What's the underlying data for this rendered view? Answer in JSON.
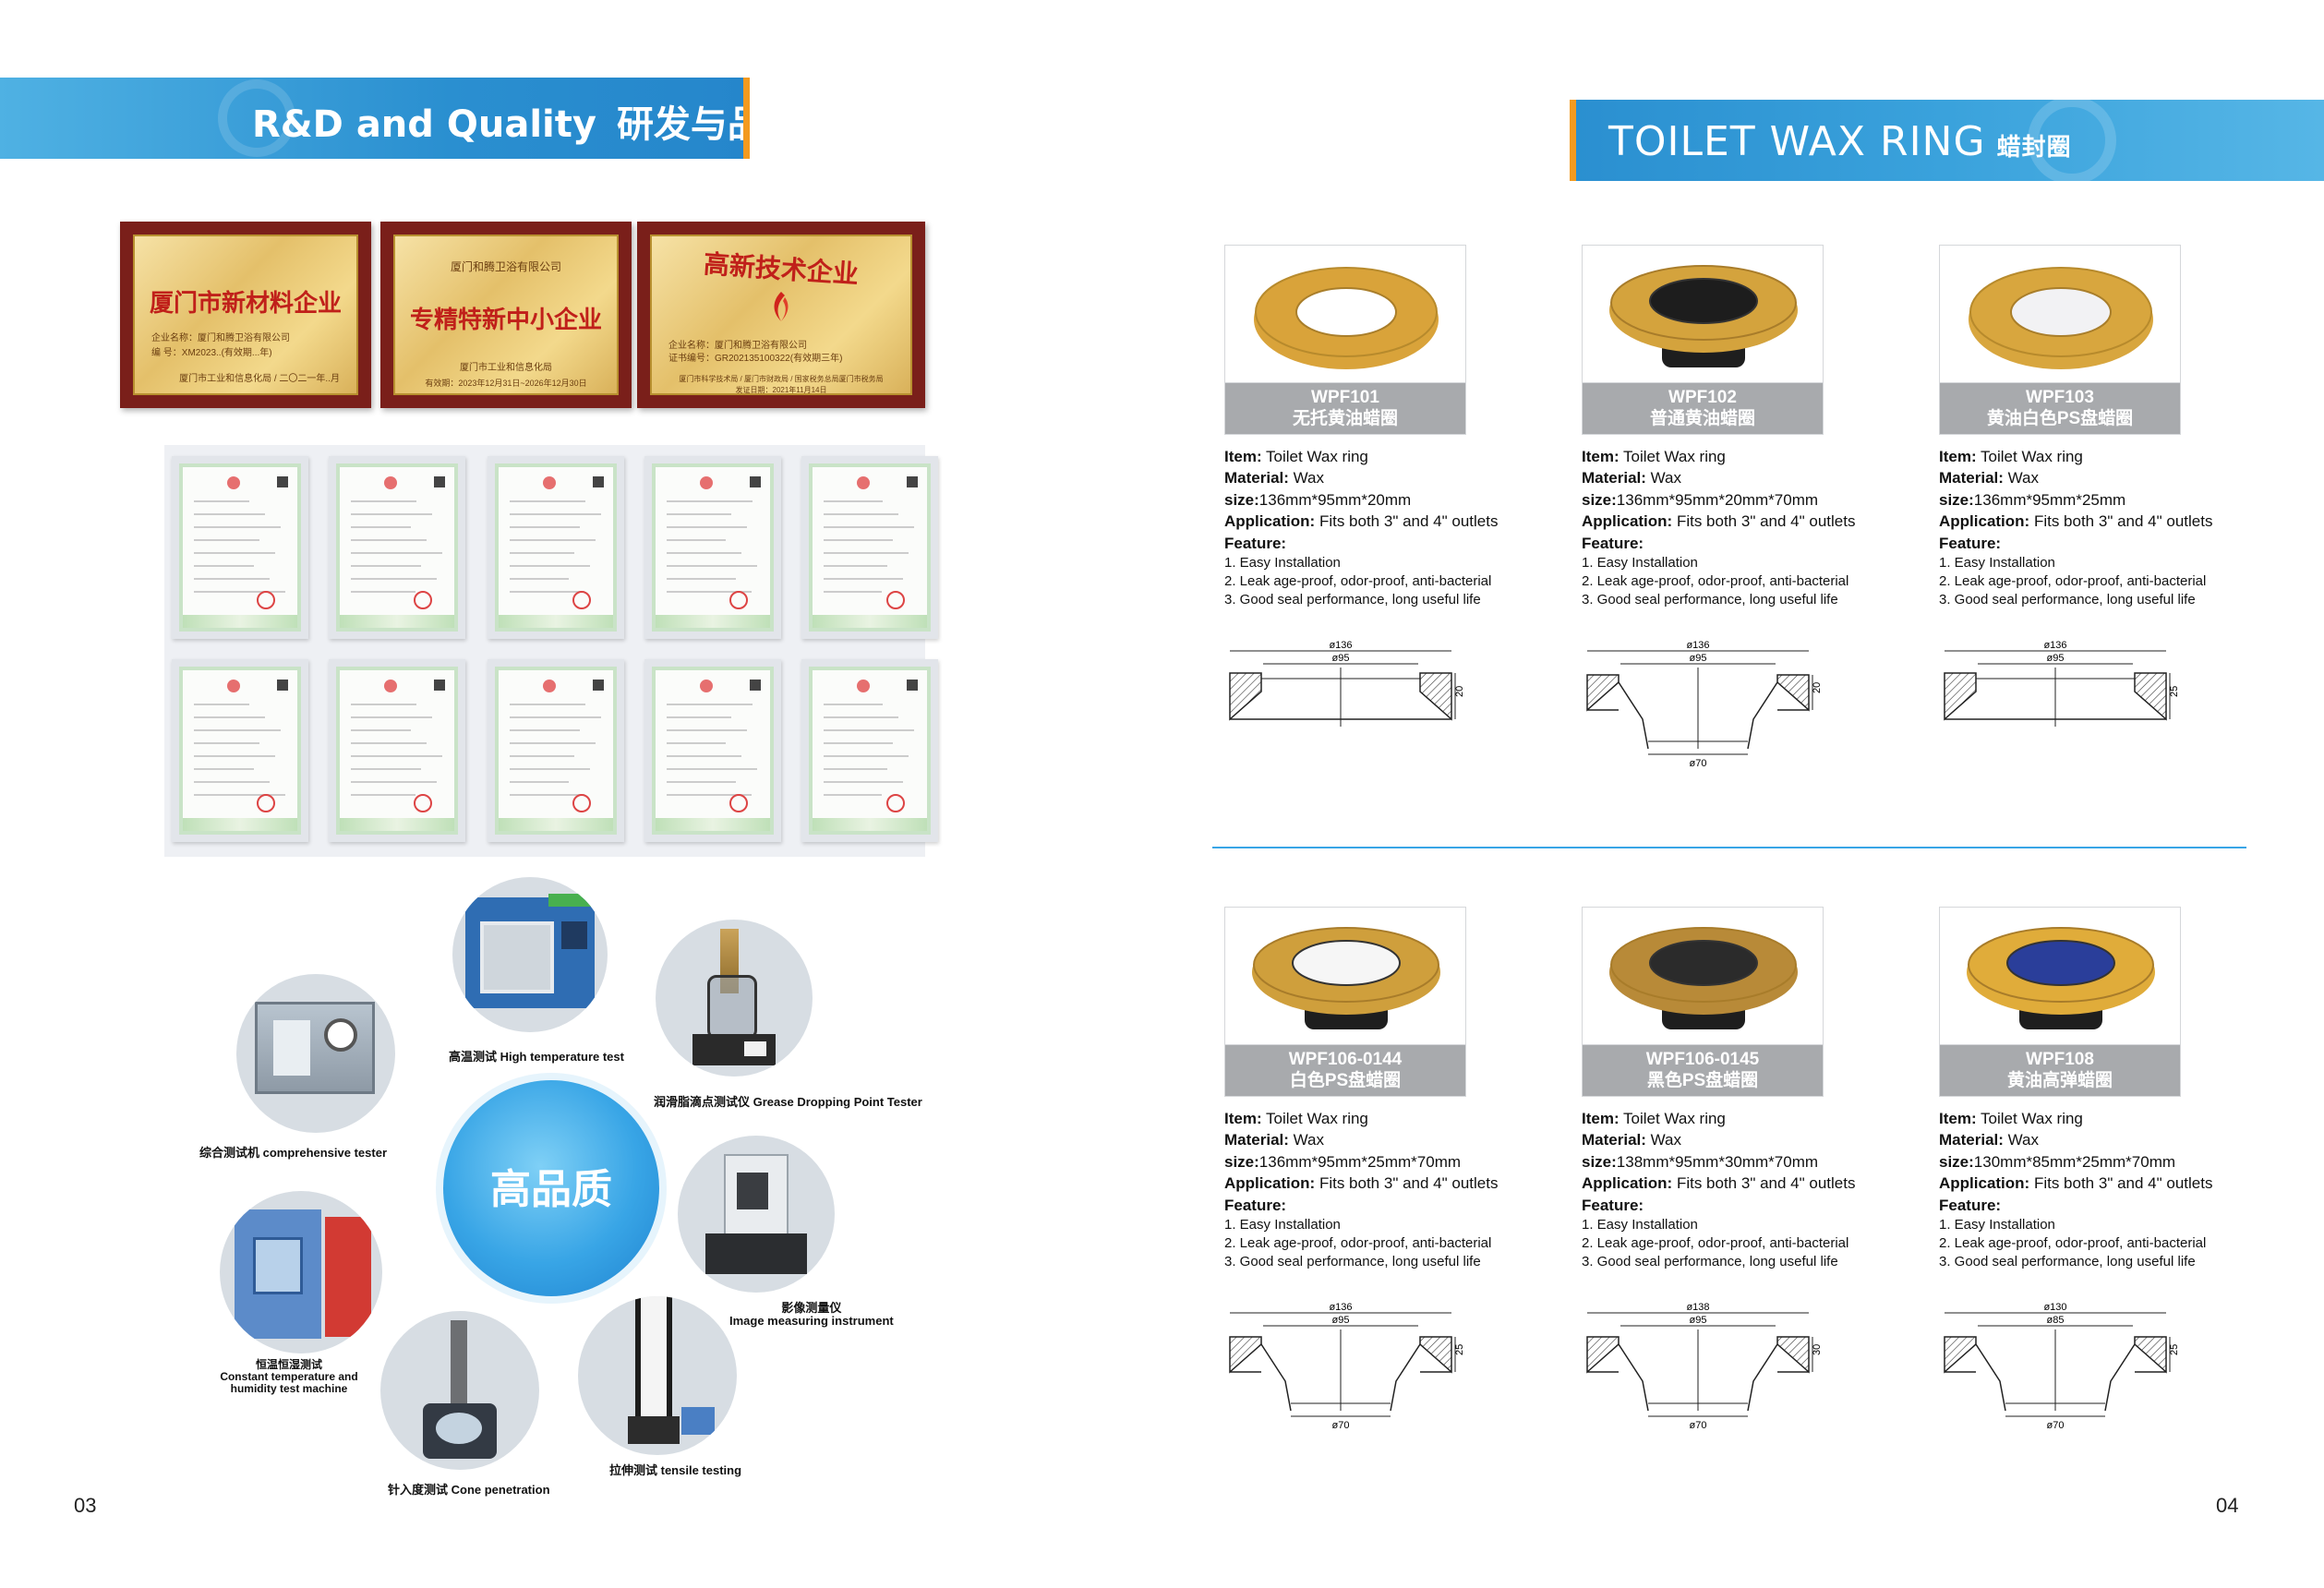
{
  "left_header": {
    "en": "R&D and Quality",
    "zh": "研发与品质"
  },
  "right_header": {
    "en": "TOILET WAX RING",
    "zh": "蜡封圈"
  },
  "plaques": [
    {
      "big": "厦门市新材料企业",
      "lines": [
        "企业名称：厦门和腾卫浴有限公司",
        "编    号：XM2023..(有效期...年)"
      ],
      "footer": "厦门市工业和信息化局 / 二〇二一年..月"
    },
    {
      "top": "厦门和腾卫浴有限公司",
      "big": "专精特新中小企业",
      "footer": "厦门市工业和信息化局",
      "validity": "有效期：2023年12月31日~2026年12月30日"
    },
    {
      "big": "高新技术企业",
      "lines": [
        "企业名称：厦门和腾卫浴有限公司",
        "证书编号：GR202135100322(有效期三年)"
      ],
      "footer": "厦门市科学技术局 / 厦门市财政局 / 国家税务总局厦门市税务局",
      "date": "发证日期：2021年11月14日"
    }
  ],
  "equipment": [
    {
      "name": "high-temp",
      "label": "高温测试 High temperature test"
    },
    {
      "name": "grease",
      "label": "润滑脂滴点测试仪 Grease Dropping Point Tester"
    },
    {
      "name": "comprehensive",
      "label": "综合测试机 comprehensive tester"
    },
    {
      "name": "image-measure",
      "label_zh": "影像测量仪",
      "label_en": "Image measuring instrument"
    },
    {
      "name": "humidity",
      "label_zh": "恒温恒湿测试",
      "label_en": "Constant temperature and humidity test machine"
    },
    {
      "name": "tensile",
      "label": "拉伸测试 tensile testing"
    },
    {
      "name": "cone",
      "label": "针入度测试 Cone penetration"
    }
  ],
  "quality_badge": "高品质",
  "page_left": "03",
  "page_right": "04",
  "spec_labels": {
    "item": "Item:",
    "material": "Material:",
    "size": "size:",
    "application": "Application:",
    "feature": "Feature:"
  },
  "products": [
    {
      "code": "WPF101",
      "name_zh": "无托黄油蜡圈",
      "item": "Toilet Wax ring",
      "material": "Wax",
      "size": "136mm*95mm*20mm",
      "application": "Fits both 3\" and 4\"  outlets",
      "features": [
        "1. Easy Installation",
        "2. Leak age-proof, odor-proof, anti-bacterial",
        "3. Good seal performance, long useful life"
      ],
      "dims": {
        "outer": "ø136",
        "inner": "ø95",
        "height": "20"
      },
      "style": "flat",
      "ring_color": "#d9a33a",
      "center_color": "#ffffff"
    },
    {
      "code": "WPF102",
      "name_zh": "普通黄油蜡圈",
      "item": "Toilet Wax ring",
      "material": "Wax",
      "size": "136mm*95mm*20mm*70mm",
      "application": "Fits both 3\" and 4\"  outlets",
      "features": [
        "1. Easy Installation",
        "2. Leak age-proof, odor-proof, anti-bacterial",
        "3. Good seal performance, long useful life"
      ],
      "dims": {
        "outer": "ø136",
        "inner": "ø95",
        "height": "20",
        "bottom": "ø70"
      },
      "style": "horn",
      "ring_color": "#d4a33d",
      "center_color": "#1d1d1d"
    },
    {
      "code": "WPF103",
      "name_zh": "黄油白色PS盘蜡圈",
      "item": "Toilet Wax ring",
      "material": "Wax",
      "size": "136mm*95mm*25mm",
      "application": "Fits both 3\" and 4\"  outlets",
      "features": [
        "1. Easy Installation",
        "2. Leak age-proof, odor-proof, anti-bacterial",
        "3. Good seal performance, long useful life"
      ],
      "dims": {
        "outer": "ø136",
        "inner": "ø95",
        "height": "25"
      },
      "style": "flat",
      "ring_color": "#d8a63e",
      "center_color": "#f2f2f4"
    },
    {
      "code": "WPF106-0144",
      "name_zh": "白色PS盘蜡圈",
      "item": "Toilet Wax ring",
      "material": "Wax",
      "size": "136mm*95mm*25mm*70mm",
      "application": "Fits both 3\" and 4\"  outlets",
      "features": [
        "1. Easy Installation",
        "2. Leak age-proof, odor-proof, anti-bacterial",
        "3. Good seal performance, long useful life"
      ],
      "dims": {
        "outer": "ø136",
        "inner": "ø95",
        "height": "25",
        "bottom": "ø70"
      },
      "style": "horn",
      "ring_color": "#cf9f3c",
      "center_color": "#f6f6f6"
    },
    {
      "code": "WPF106-0145",
      "name_zh": "黑色PS盘蜡圈",
      "item": "Toilet Wax ring",
      "material": "Wax",
      "size": "138mm*95mm*30mm*70mm",
      "application": "Fits both 3\" and 4\"  outlets",
      "features": [
        "1. Easy Installation",
        "2. Leak age-proof, odor-proof, anti-bacterial",
        "3. Good seal performance, long useful life"
      ],
      "dims": {
        "outer": "ø138",
        "inner": "ø95",
        "height": "30",
        "bottom": "ø70"
      },
      "style": "horn",
      "ring_color": "#b88a38",
      "center_color": "#2b2b2b"
    },
    {
      "code": "WPF108",
      "name_zh": "黄油高弹蜡圈",
      "item": "Toilet Wax ring",
      "material": "Wax",
      "size": "130mm*85mm*25mm*70mm",
      "application": "Fits both 3\" and 4\"  outlets",
      "features": [
        "1. Easy Installation",
        "2. Leak age-proof, odor-proof, anti-bacterial",
        "3. Good seal performance, long useful life"
      ],
      "dims": {
        "outer": "ø130",
        "inner": "ø85",
        "height": "25",
        "bottom": "ø70"
      },
      "style": "horn",
      "ring_color": "#e0ac3a",
      "center_color": "#2a3e9a"
    }
  ]
}
